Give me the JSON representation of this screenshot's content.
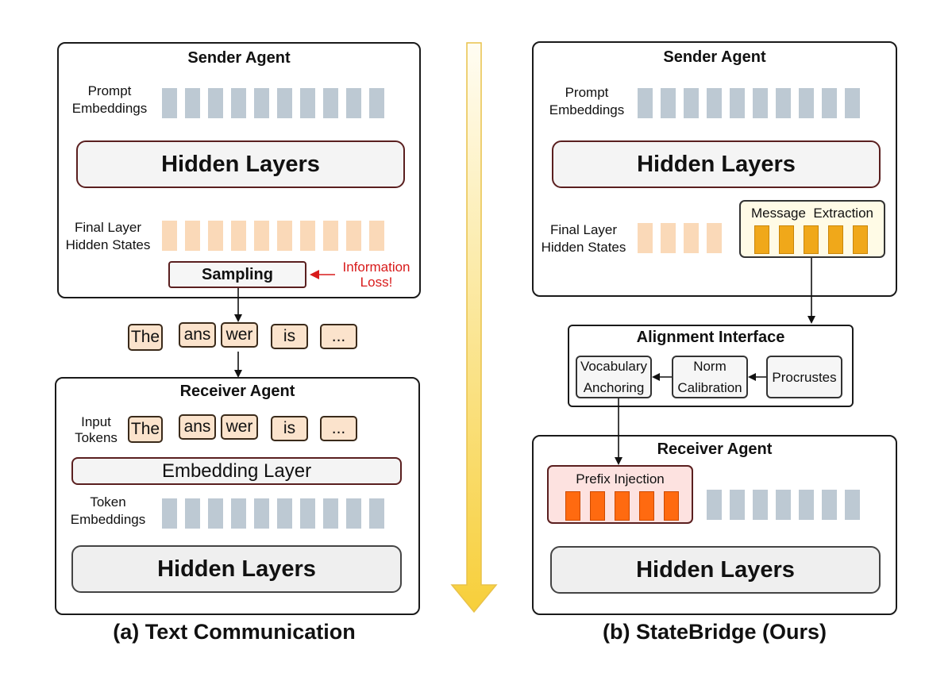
{
  "left": {
    "sender": {
      "title": "Sender Agent",
      "prompt_label": "Prompt\nEmbeddings",
      "hidden_layers": "Hidden Layers",
      "final_label": "Final Layer\nHidden States",
      "sampling": "Sampling",
      "info_loss": "Information\nLoss!"
    },
    "tokens": [
      "The",
      "ans",
      "wer",
      "is",
      "..."
    ],
    "receiver": {
      "title": "Receiver Agent",
      "input_label": "Input\nTokens",
      "embedding_layer": "Embedding Layer",
      "token_label": "Token\nEmbeddings",
      "hidden_layers": "Hidden Layers"
    },
    "caption": "(a) Text Communication"
  },
  "right": {
    "sender": {
      "title": "Sender Agent",
      "prompt_label": "Prompt\nEmbeddings",
      "hidden_layers": "Hidden Layers",
      "final_label": "Final Layer\nHidden States",
      "message_extraction": "Message  Extraction"
    },
    "alignment": {
      "title": "Alignment Interface",
      "vocab": "Vocabulary\nAnchoring",
      "norm": "Norm\nCalibration",
      "procrustes": "Procrustes"
    },
    "receiver": {
      "title": "Receiver Agent",
      "prefix": "Prefix Injection",
      "hidden_layers": "Hidden Layers"
    },
    "caption": "(b) StateBridge (Ours)"
  },
  "colors": {
    "grey_embedding": "#bdc9d3",
    "peach_state": "#fad9b8",
    "gold_message": "#f0a81a",
    "orange_prefix": "#ff6a10",
    "loss_red": "#d81b1b",
    "time_arrow": "#f7d34a"
  }
}
